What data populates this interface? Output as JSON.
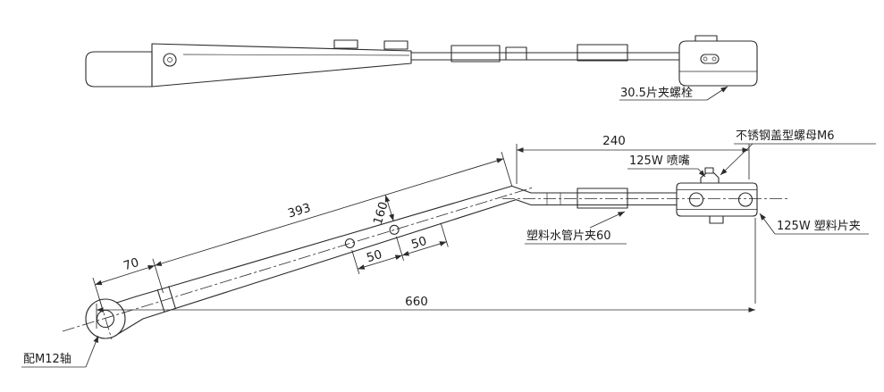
{
  "colors": {
    "line": "#2b2b2b",
    "background": "#ffffff"
  },
  "labels": {
    "clip_bolt": "30.5片夹螺栓",
    "cap_nut": "不锈钢盖型螺母M6",
    "nozzle": "125W 喷嘴",
    "plastic_clip": "125W 塑料片夹",
    "pipe_clip": "塑料水管片夹60",
    "shaft": "配M12轴"
  },
  "dimensions": {
    "overall_length": "660",
    "arm_length": "393",
    "head_section": "240",
    "bend_height": "160",
    "clip_pitch_1": "50",
    "clip_pitch_2": "50",
    "hook_offset": "70"
  }
}
